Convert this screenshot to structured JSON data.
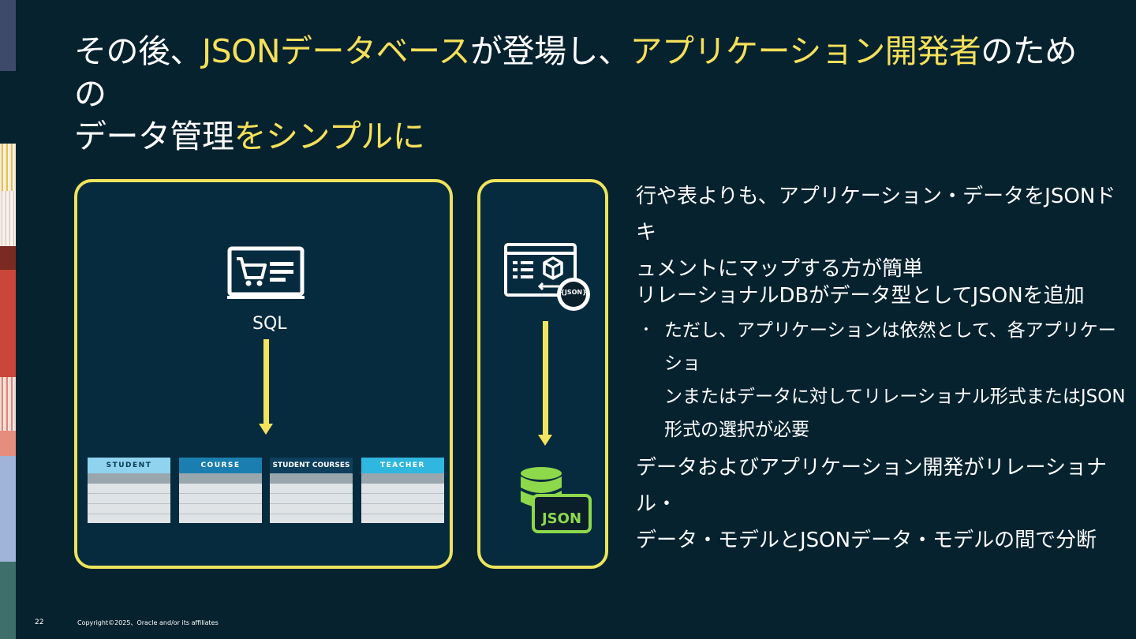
{
  "title": {
    "line1_part1": "その後、",
    "line1_hl1": "JSONデータベース",
    "line1_part2": "が登場し、",
    "line1_hl2": "アプリケーション開発者",
    "line1_part3": "のための",
    "line2_part1": "データ管理",
    "line2_hl1": "をシンプルに"
  },
  "left_panel": {
    "sql_label": "SQL",
    "tables": [
      {
        "name": "STUDENT",
        "color": "#8fd3ef",
        "text_color": "#0b3b52"
      },
      {
        "name": "COURSE",
        "color": "#1a7fb0",
        "text_color": "#ffffff"
      },
      {
        "name": "STUDENT COURSES",
        "color": "#0e3f5c",
        "text_color": "#ffffff"
      },
      {
        "name": "TEACHER",
        "color": "#2fb7df",
        "text_color": "#ffffff"
      }
    ]
  },
  "right_panel": {
    "badge_label": "{JSON}",
    "db_label": "JSON"
  },
  "points": {
    "p1_line1": "行や表よりも、アプリケーション・データをJSONドキ",
    "p1_line2": "ュメントにマップする方が簡単",
    "p2": "リレーショナルDBがデータ型としてJSONを追加",
    "p2_bullet_marker": "・",
    "p2_sub_line1": "ただし、アプリケーションは依然として、各アプリケーショ",
    "p2_sub_line2": "ンまたはデータに対してリレーショナル形式またはJSON",
    "p2_sub_line3": "形式の選択が必要",
    "p3_line1": "データおよびアプリケーション開発がリレーショナル・",
    "p3_line2": "データ・モデルとJSONデータ・モデルの間で分断"
  },
  "footer": {
    "page_number": "22",
    "copyright": "Copyright©2025、Oracle and/or its affiliates"
  },
  "colors": {
    "background": "#06222f",
    "highlight": "#f5e05a",
    "panel_border": "#e8e15a",
    "json_green": "#8ed84c"
  }
}
